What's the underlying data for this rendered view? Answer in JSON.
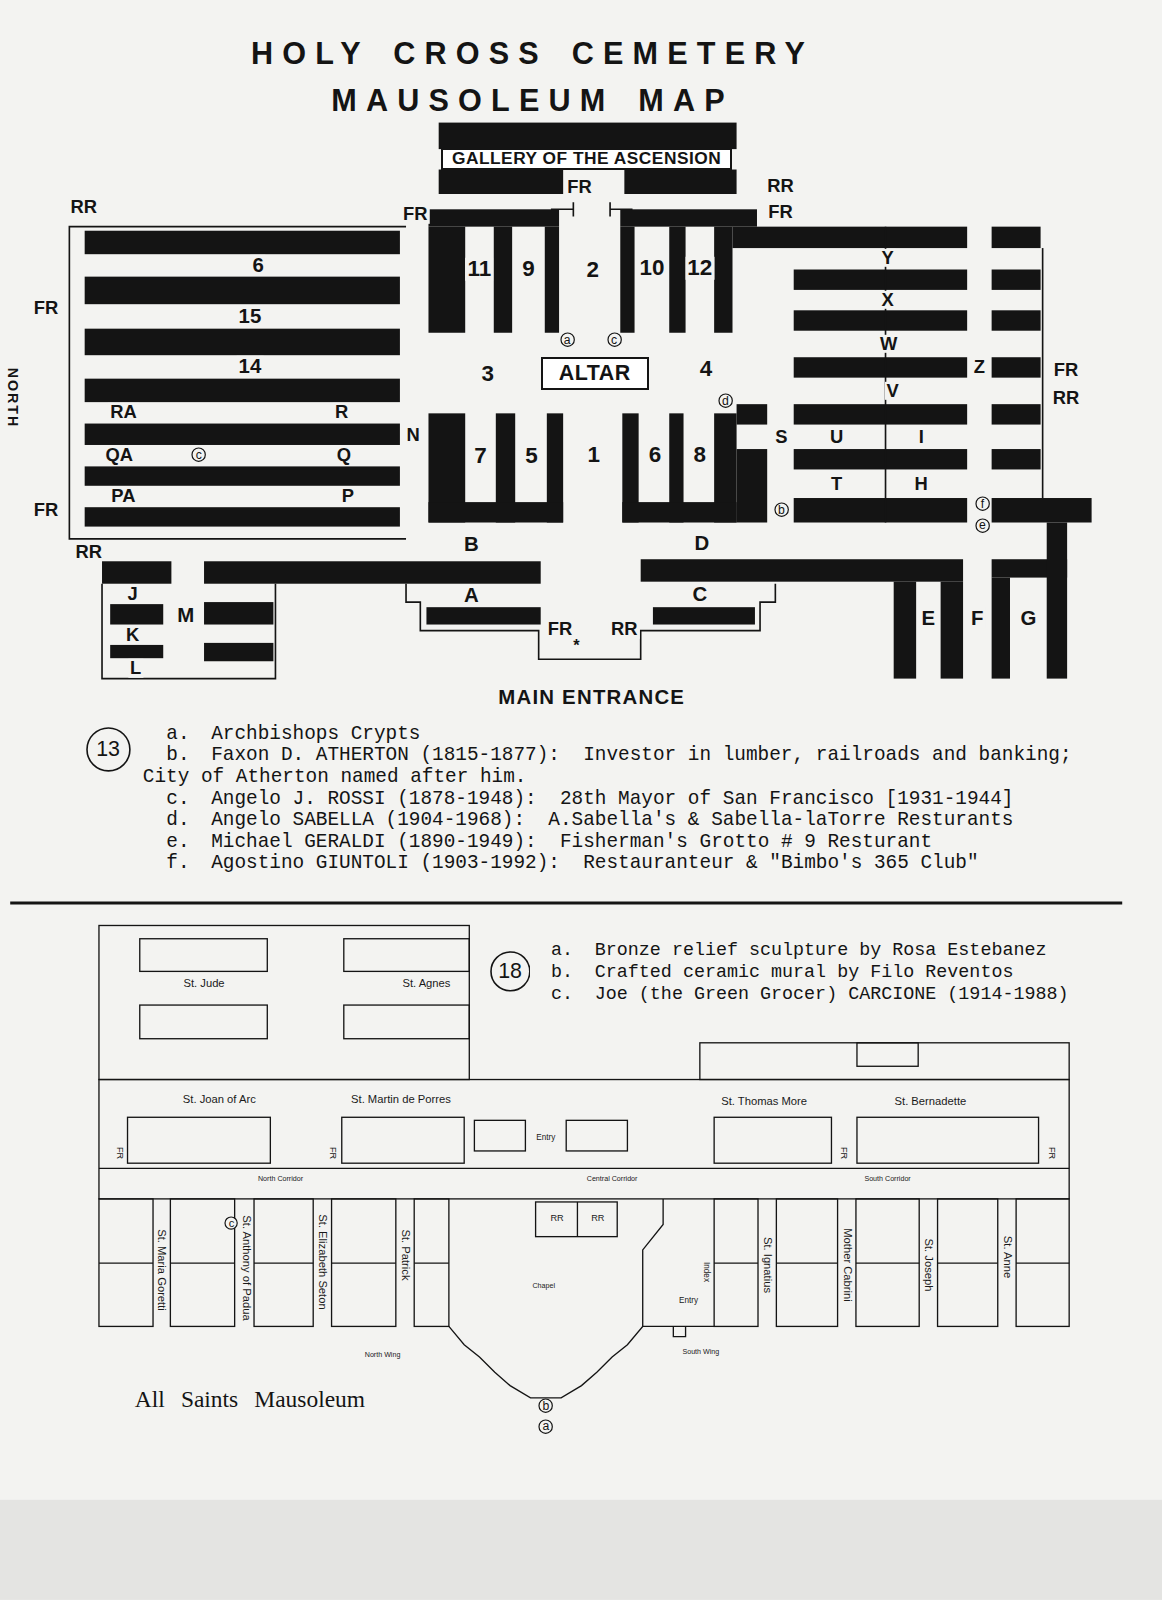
{
  "diagram": {
    "title": "HOLY CROSS CEMETERY MAUSOLEUM MAP",
    "nodes": [
      {
        "text": [
          "GALLERY OF THE ASCENSION"
        ]
      },
      {
        "text": [
          "a"
        ]
      },
      {
        "text": [
          "c"
        ]
      },
      {
        "text": [
          "ALTAR"
        ]
      },
      {
        "text": [
          "d"
        ]
      },
      {
        "text": [
          "c"
        ]
      },
      {
        "text": [
          "b"
        ]
      },
      {
        "text": [
          "f"
        ]
      },
      {
        "text": [
          "e"
        ]
      },
      {
        "text": [
          "13"
        ]
      },
      {
        "text": [
          "18"
        ]
      },
      {
        "text": [
          "c"
        ]
      },
      {
        "text": [
          "b"
        ]
      },
      {
        "text": [
          "a"
        ]
      }
    ],
    "labels": [
      "RR",
      "FR",
      "FR",
      "RR",
      "FR",
      "6",
      "11",
      "9",
      "2",
      "10",
      "12",
      "Y",
      "FR",
      "15",
      "X",
      "W",
      "14",
      "3",
      "4",
      "Z",
      "FR",
      "RR",
      "V",
      "RA",
      "R",
      "N",
      "S",
      "U",
      "I",
      "7",
      "5",
      "1",
      "6",
      "8",
      "QA",
      "Q",
      "T",
      "H",
      "PA",
      "P",
      "FR",
      "RR",
      "B",
      "D",
      "A",
      "C",
      "J",
      "M",
      "E",
      "F",
      "G",
      "K",
      "FR",
      "*",
      "RR",
      "L",
      "MAIN ENTRANCE",
      "NORTH",
      "a.",
      "Archbishops Crypts",
      "b.",
      "Faxon D. ATHERTON (1815-1877):  Investor in lumber, railroads and banking; City of Atherton named after him.",
      "c.",
      "Angelo J. ROSSI (1878-1948):  28th Mayor of San Francisco [1931-1944]",
      "d.",
      "Angelo SABELLA (1904-1968):  A.Sabella's & Sabella-laTorre Resturants",
      "e.",
      "Michael GERALDI (1890-1949):  Fisherman's Grotto # 9 Resturant",
      "f.",
      "Agostino GIUNTOLI (1903-1992):  Restauranteur & \"Bimbo's 365 Club\"",
      "a.",
      "Bronze relief sculpture by Rosa Estebanez",
      "b.",
      "Crafted ceramic mural by Filo Reventos",
      "c.",
      "Joe (the Green Grocer) CARCIONE (1914-1988)",
      "St. Jude",
      "St. Agnes",
      "St. Joan of Arc",
      "St. Martin de Porres",
      "St. Thomas More",
      "St. Bernadette",
      "Entry",
      "FR",
      "FR",
      "FR",
      "FR",
      "North Corridor",
      "Central Corridor",
      "South Corridor",
      "RR",
      "RR",
      "St. Maria Goretti",
      "St. Anthony of Padua",
      "St. Elizabeth Seton",
      "St. Patrick",
      "Index",
      "St. Ignatius",
      "Mother Cabrini",
      "St. Joseph",
      "St. Anne",
      "Chapel",
      "Entry",
      "North Wing",
      "South Wing",
      "All Saints Mausoleum"
    ]
  }
}
